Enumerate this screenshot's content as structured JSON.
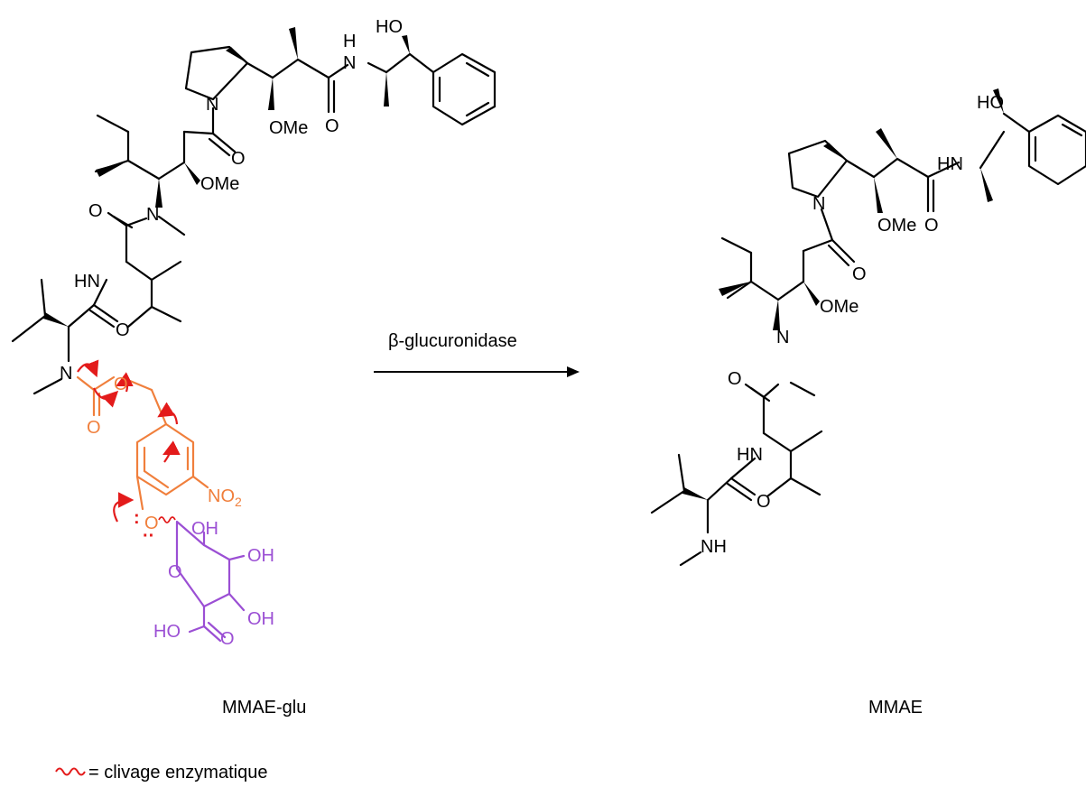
{
  "reagent": "β-glucuronidase",
  "left_compound": {
    "name": "MMAE-glu",
    "atom_labels": {
      "ho_top": "HO",
      "nh_top": "H",
      "n_amide": "N",
      "n_pro": "N",
      "o_carbonyl_1": "O",
      "ome_1": "OMe",
      "o_carbonyl_2": "O",
      "ome_2": "OMe",
      "n_methyl": "N",
      "o_carbonyl_3": "O",
      "hn_1": "HN",
      "o_carbonyl_4": "O",
      "n_carbamate": "N",
      "o_carbamate_ester": "O",
      "o_carbamate": "O",
      "no2_main": "NO",
      "no2_sub": "2",
      "o_aryl": "O",
      "oh_1": "OH",
      "oh_2": "OH",
      "o_ring": "O",
      "oh_3": "OH",
      "ho_acid": "HO",
      "o_acid": "O"
    }
  },
  "right_compound": {
    "name": "MMAE",
    "atom_labels": {
      "ho_top": "HO",
      "hn_top": "HN",
      "o_carbonyl_1": "O",
      "n_pro": "N",
      "ome_1": "OMe",
      "o_carbonyl_2": "O",
      "ome_2": "OMe",
      "n_methyl": "N",
      "o_carbonyl_3": "O",
      "hn_1": "HN",
      "o_carbonyl_4": "O",
      "nh_end": "NH"
    }
  },
  "legend": {
    "text": "= clivage enzymatique"
  },
  "colors": {
    "black": "#000000",
    "orange": "#f07f3c",
    "purple": "#9b4fd4",
    "red": "#e31b1b"
  }
}
